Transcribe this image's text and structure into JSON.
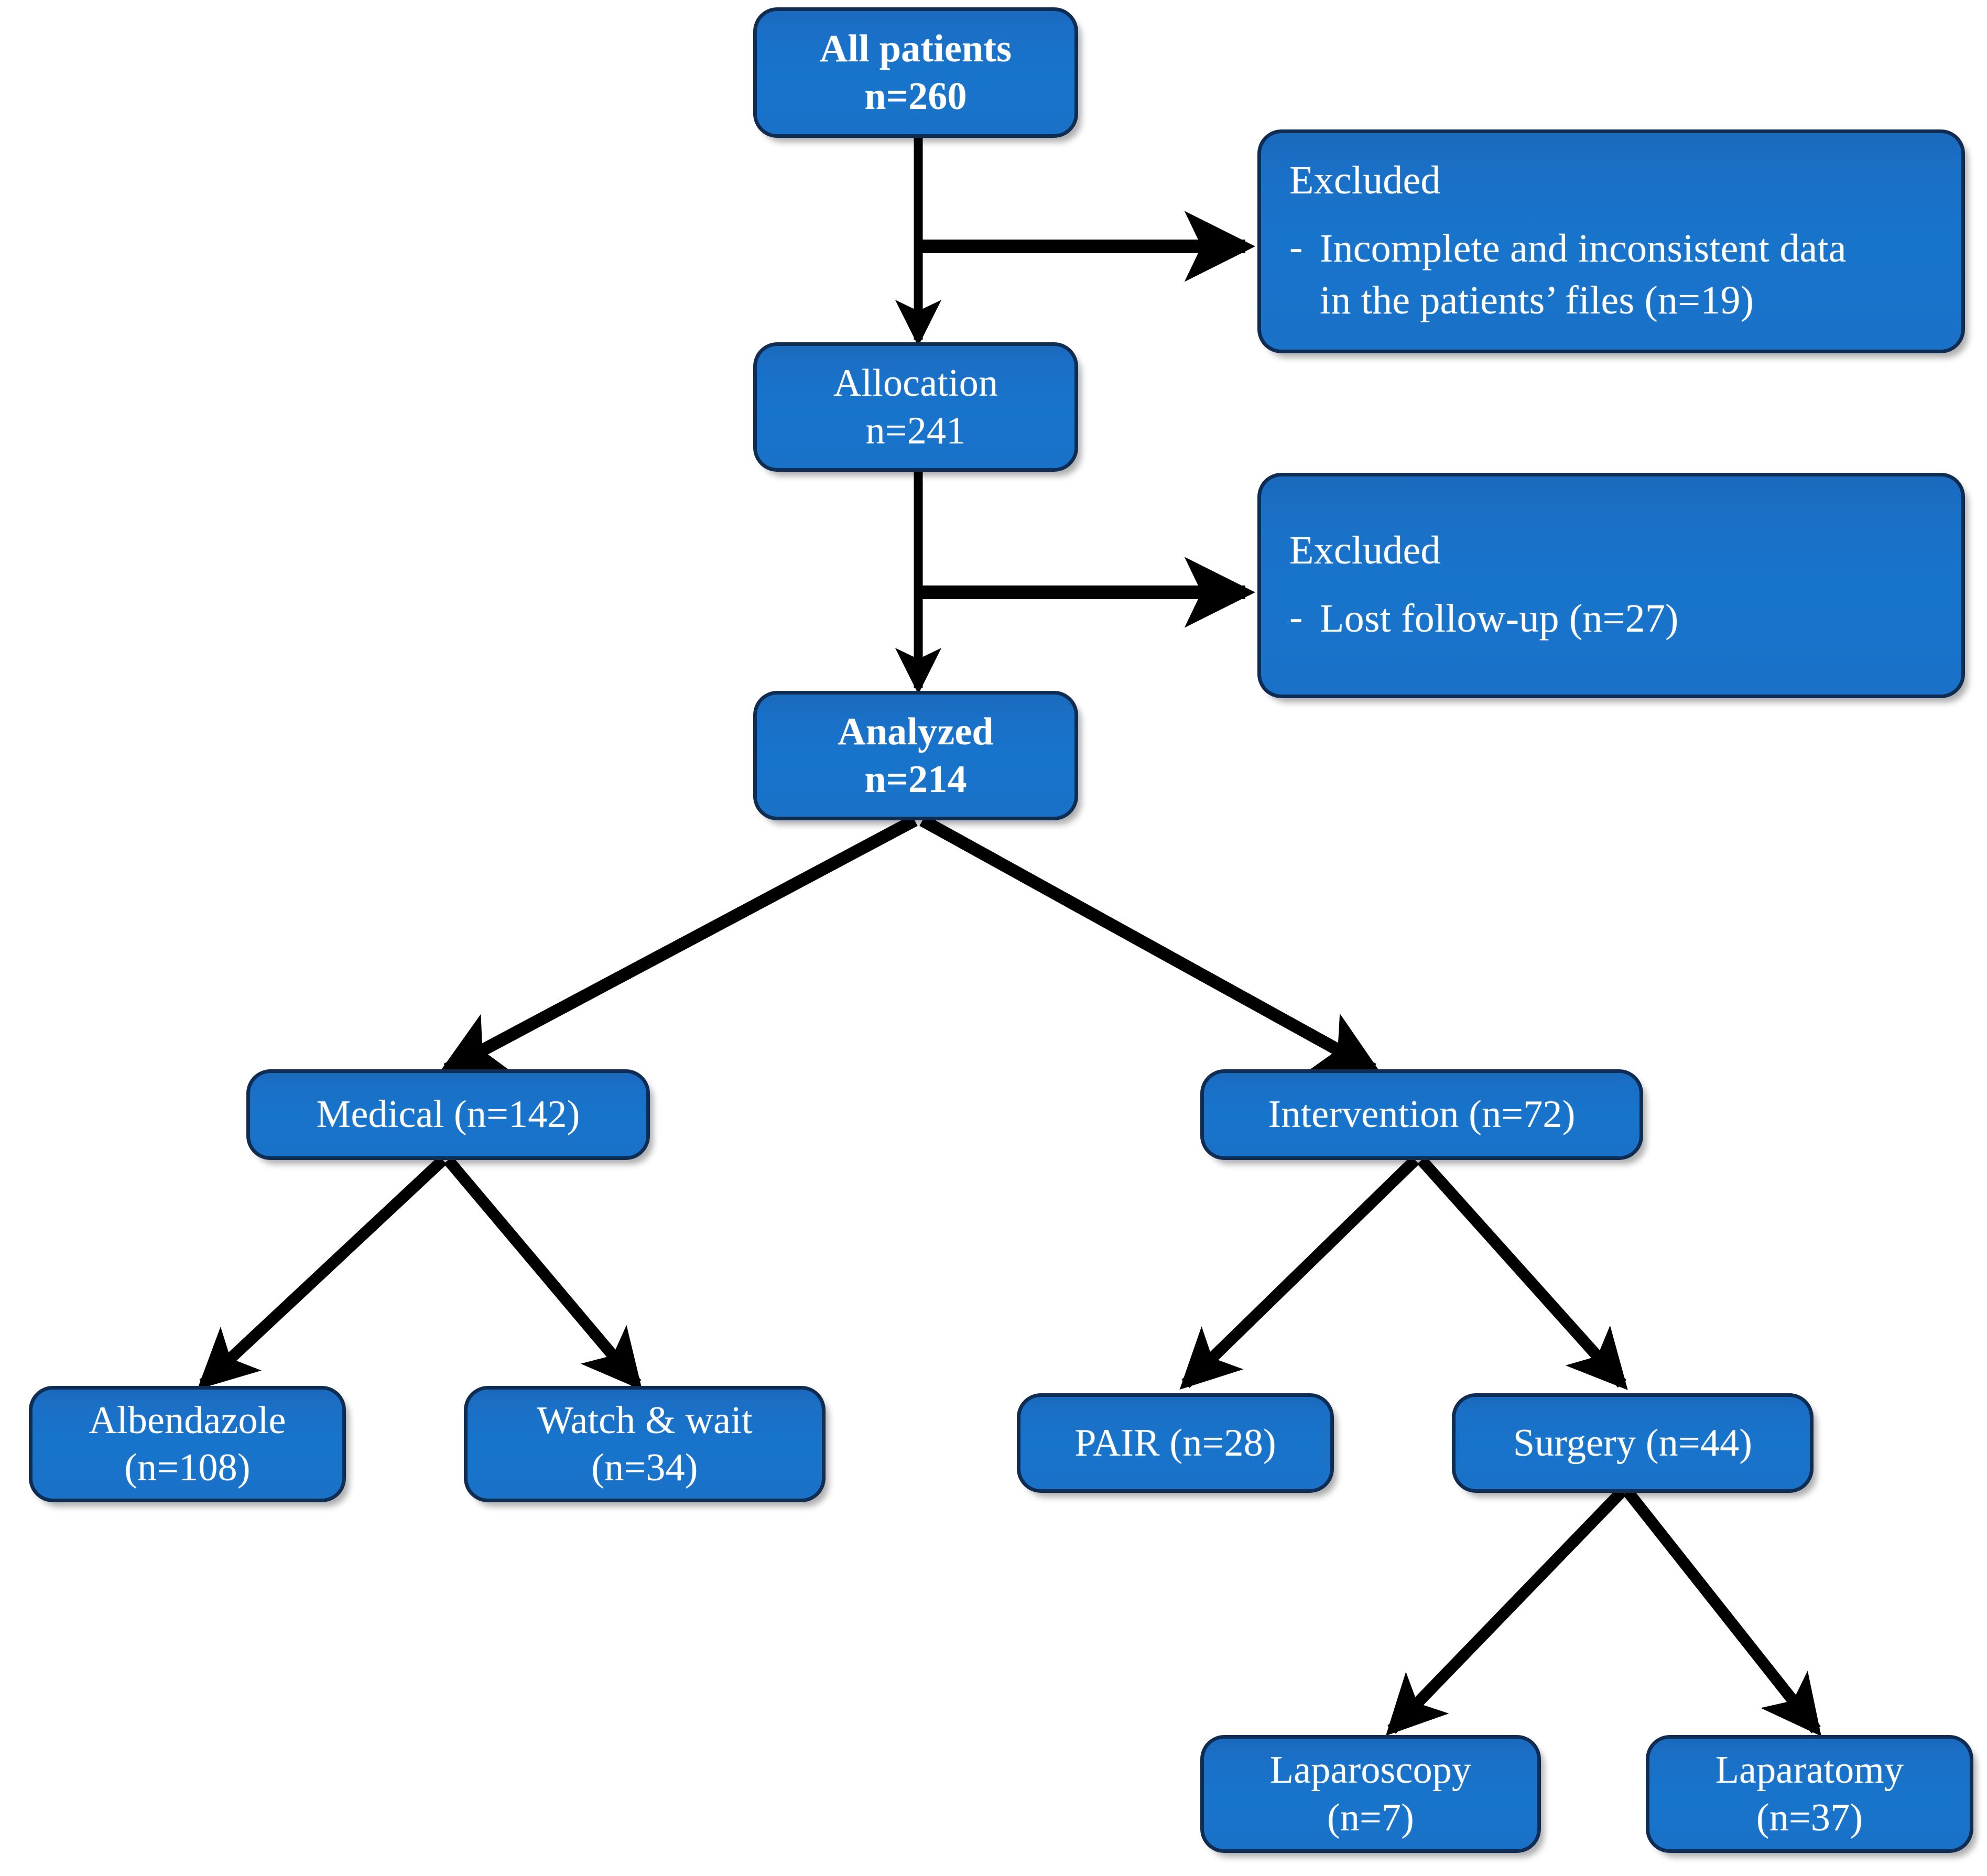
{
  "diagram": {
    "title": "Patient flow diagram",
    "type": "flowchart",
    "accent_color": "#1874cb",
    "border_color": "#0f2d52",
    "text_color": "#ffffff",
    "edge_color": "#000000",
    "background_color": "#ffffff"
  },
  "nodes": {
    "all_patients": {
      "line1": "All patients",
      "line2": "n=260"
    },
    "excluded_1": {
      "title": "Excluded",
      "bullet_mark": "-",
      "bullet_line1": "Incomplete and inconsistent data",
      "bullet_line2": "in the patients’ files (n=19)"
    },
    "allocation": {
      "line1": "Allocation",
      "line2": "n=241"
    },
    "excluded_2": {
      "title": "Excluded",
      "bullet_mark": "-",
      "bullet_line1": "Lost follow-up (n=27)"
    },
    "analyzed": {
      "line1": "Analyzed",
      "line2": "n=214"
    },
    "medical": {
      "line1": "Medical (n=142)"
    },
    "intervention": {
      "line1": "Intervention (n=72)"
    },
    "albendazole": {
      "line1": "Albendazole",
      "line2": "(n=108)"
    },
    "watch_wait": {
      "line1": "Watch & wait",
      "line2": "(n=34)"
    },
    "pair": {
      "line1": "PAIR (n=28)"
    },
    "surgery": {
      "line1": "Surgery (n=44)"
    },
    "laparoscopy": {
      "line1": "Laparoscopy",
      "line2": "(n=7)"
    },
    "laparatomy": {
      "line1": "Laparatomy",
      "line2": "(n=37)"
    }
  },
  "chart_data": {
    "type": "flowchart",
    "title": "Patient flow diagram",
    "nodes": [
      {
        "id": "all_patients",
        "label": "All patients",
        "n": 260
      },
      {
        "id": "excluded_1",
        "label": "Excluded - Incomplete and inconsistent data in the patients' files",
        "n": 19
      },
      {
        "id": "allocation",
        "label": "Allocation",
        "n": 241
      },
      {
        "id": "excluded_2",
        "label": "Excluded - Lost follow-up",
        "n": 27
      },
      {
        "id": "analyzed",
        "label": "Analyzed",
        "n": 214
      },
      {
        "id": "medical",
        "label": "Medical",
        "n": 142
      },
      {
        "id": "intervention",
        "label": "Intervention",
        "n": 72
      },
      {
        "id": "albendazole",
        "label": "Albendazole",
        "n": 108
      },
      {
        "id": "watch_wait",
        "label": "Watch & wait",
        "n": 34
      },
      {
        "id": "pair",
        "label": "PAIR",
        "n": 28
      },
      {
        "id": "surgery",
        "label": "Surgery",
        "n": 44
      },
      {
        "id": "laparoscopy",
        "label": "Laparoscopy",
        "n": 7
      },
      {
        "id": "laparatomy",
        "label": "Laparatomy",
        "n": 37
      }
    ],
    "edges": [
      {
        "from": "all_patients",
        "to": "allocation"
      },
      {
        "from": "all_patients",
        "to": "excluded_1"
      },
      {
        "from": "allocation",
        "to": "analyzed"
      },
      {
        "from": "allocation",
        "to": "excluded_2"
      },
      {
        "from": "analyzed",
        "to": "medical"
      },
      {
        "from": "analyzed",
        "to": "intervention"
      },
      {
        "from": "medical",
        "to": "albendazole"
      },
      {
        "from": "medical",
        "to": "watch_wait"
      },
      {
        "from": "intervention",
        "to": "pair"
      },
      {
        "from": "intervention",
        "to": "surgery"
      },
      {
        "from": "surgery",
        "to": "laparoscopy"
      },
      {
        "from": "surgery",
        "to": "laparatomy"
      }
    ]
  }
}
